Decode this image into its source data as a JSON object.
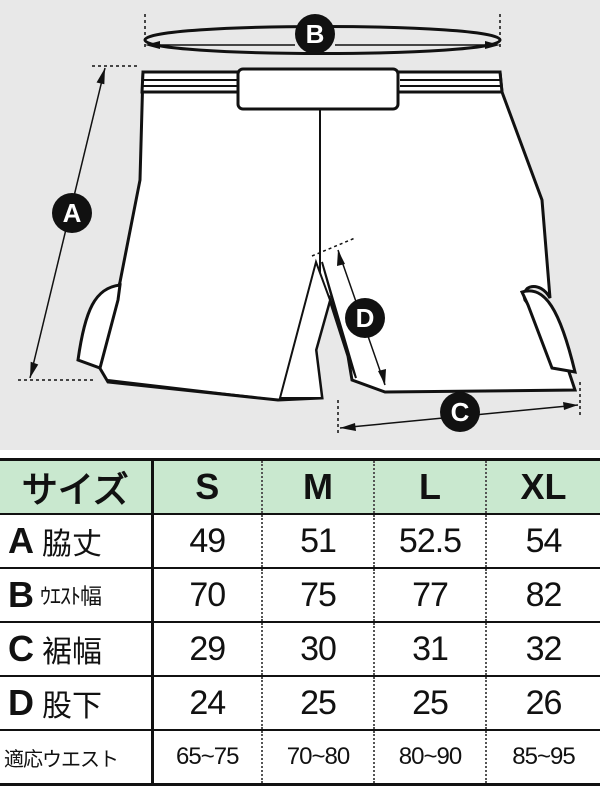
{
  "diagram": {
    "markers": {
      "a": "A",
      "b": "B",
      "c": "C",
      "d": "D"
    }
  },
  "table": {
    "header": {
      "label": "サイズ",
      "sizes": [
        "S",
        "M",
        "L",
        "XL"
      ]
    },
    "rows": [
      {
        "letter": "A",
        "name": "脇丈",
        "values": [
          "49",
          "51",
          "52.5",
          "54"
        ]
      },
      {
        "letter": "B",
        "name": "ｳｴｽﾄ幅",
        "values": [
          "70",
          "75",
          "77",
          "82"
        ]
      },
      {
        "letter": "C",
        "name": "裾幅",
        "values": [
          "29",
          "30",
          "31",
          "32"
        ]
      },
      {
        "letter": "D",
        "name": "股下",
        "values": [
          "24",
          "25",
          "25",
          "26"
        ]
      }
    ],
    "fit": {
      "label": "適応ウエスト",
      "values": [
        "65~75",
        "70~80",
        "80~90",
        "85~95"
      ]
    }
  },
  "colors": {
    "header_bg": "#c9e8cf",
    "diagram_bg": "#e8e8e8",
    "ink": "#111111"
  }
}
